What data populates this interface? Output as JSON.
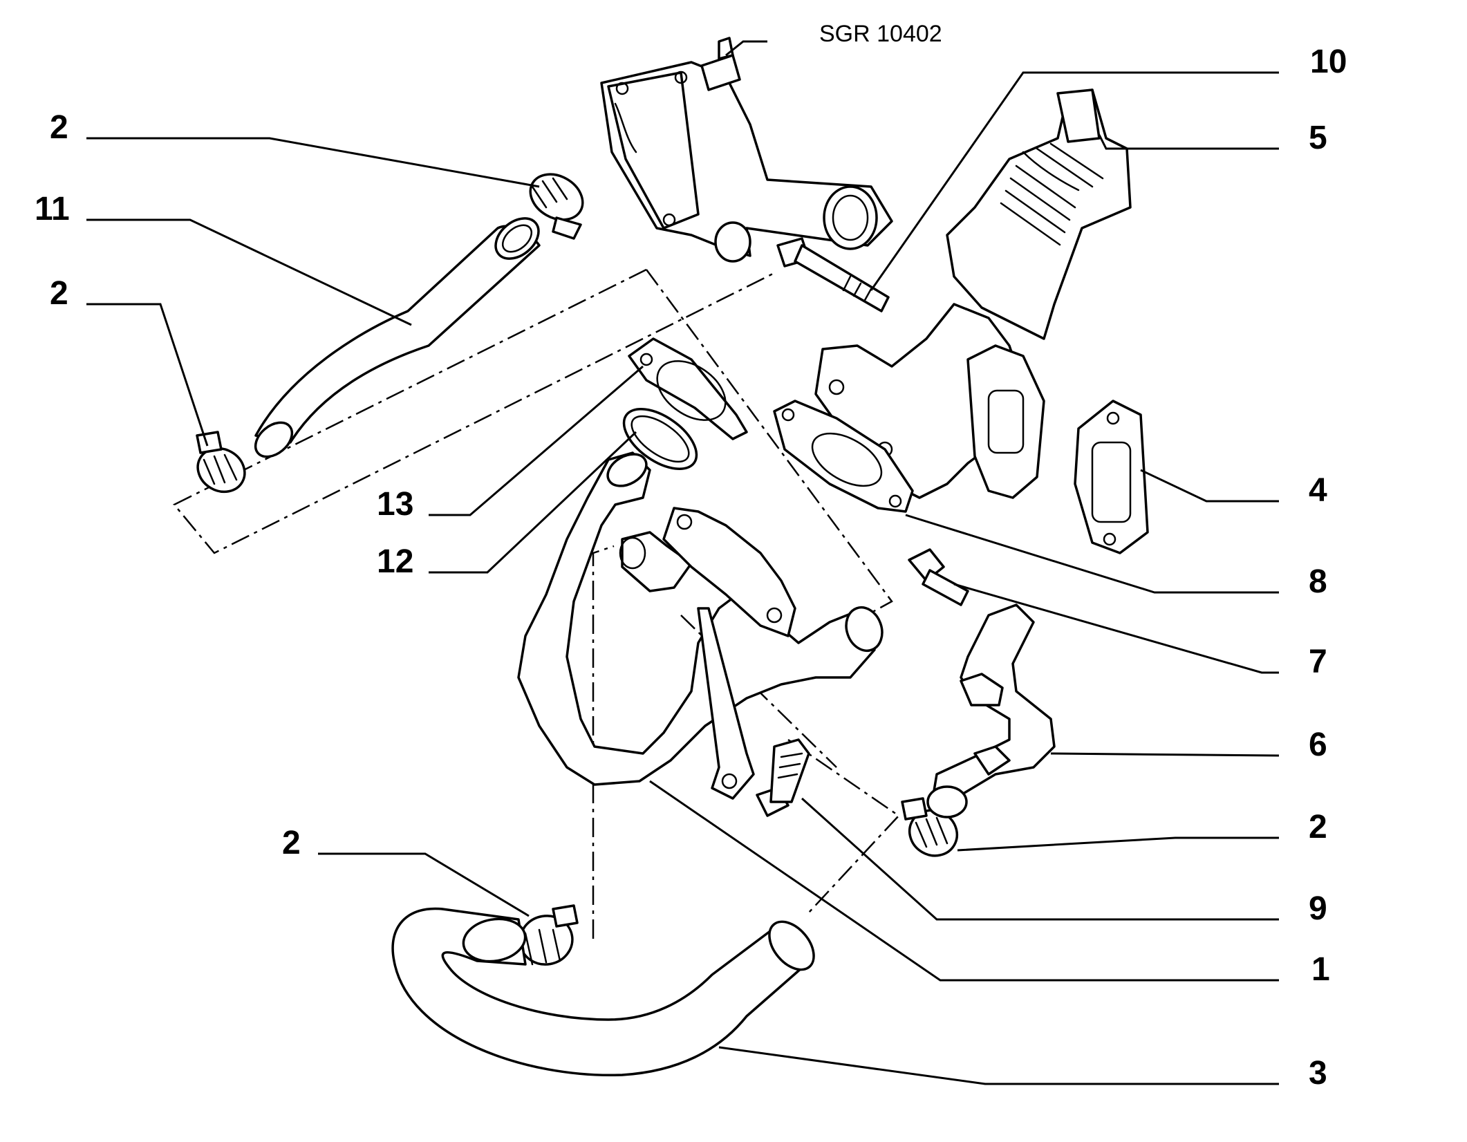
{
  "reference_code": "SGR 10402",
  "callouts": [
    {
      "id": "c2a",
      "text": "2"
    },
    {
      "id": "c11",
      "text": "11"
    },
    {
      "id": "c2b",
      "text": "2"
    },
    {
      "id": "c13",
      "text": "13"
    },
    {
      "id": "c12",
      "text": "12"
    },
    {
      "id": "c2c",
      "text": "2"
    },
    {
      "id": "c10",
      "text": "10"
    },
    {
      "id": "c5",
      "text": "5"
    },
    {
      "id": "c4",
      "text": "4"
    },
    {
      "id": "c8",
      "text": "8"
    },
    {
      "id": "c7",
      "text": "7"
    },
    {
      "id": "c6",
      "text": "6"
    },
    {
      "id": "c2d",
      "text": "2"
    },
    {
      "id": "c9",
      "text": "9"
    },
    {
      "id": "c1",
      "text": "1"
    },
    {
      "id": "c3",
      "text": "3"
    }
  ],
  "icons": {
    "hose-clamp": "hose-clamp-icon",
    "bolt": "bolt-icon",
    "gasket": "gasket-icon"
  }
}
